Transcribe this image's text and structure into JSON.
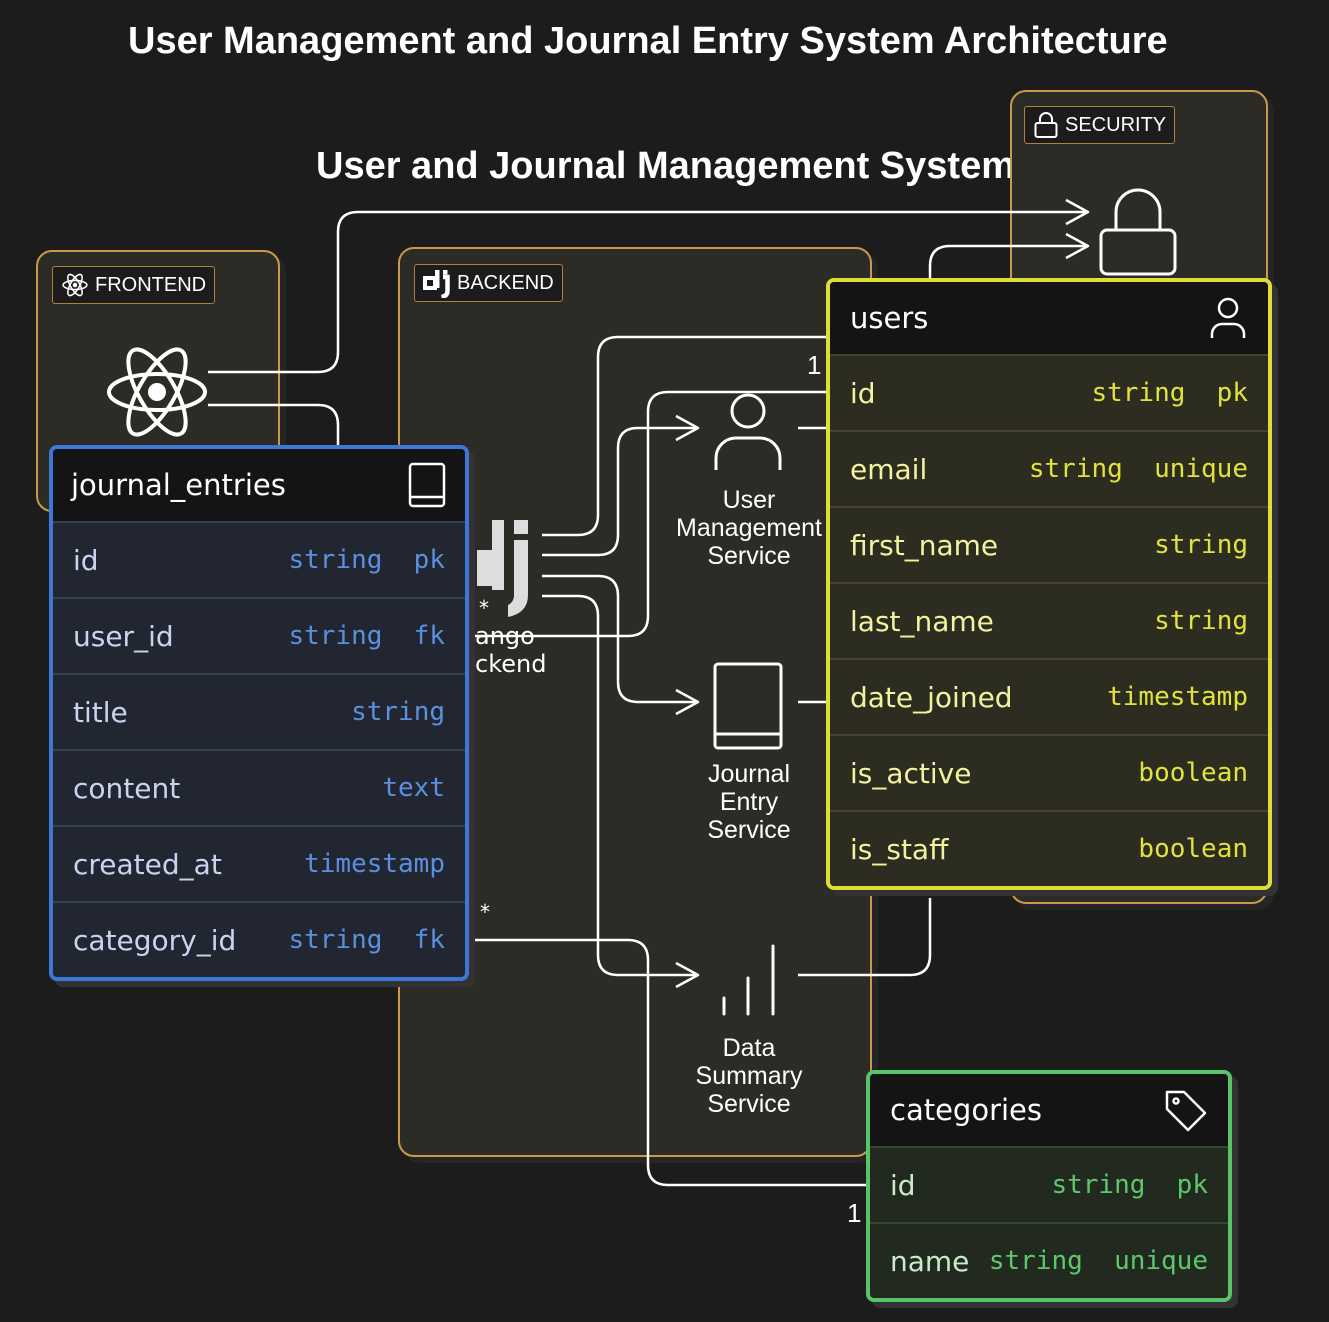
{
  "diagram": {
    "title": "User Management and Journal Entry System Architecture",
    "subtitle": "User and Journal Management System"
  },
  "groups": {
    "frontend": {
      "label": "FRONTEND",
      "icon": "react-icon"
    },
    "backend": {
      "label": "BACKEND",
      "icon": "django-icon",
      "node_label": [
        "ango",
        "ckend"
      ]
    },
    "security": {
      "label": "SECURITY",
      "icon": "lock-icon"
    }
  },
  "services": [
    {
      "id": "user-management",
      "label": [
        "User",
        "Management",
        "Service"
      ],
      "icon": "user-icon"
    },
    {
      "id": "journal-entry",
      "label": [
        "Journal",
        "Entry",
        "Service"
      ],
      "icon": "book-icon"
    },
    {
      "id": "data-summary",
      "label": [
        "Data",
        "Summary",
        "Service"
      ],
      "icon": "bar-chart-icon"
    }
  ],
  "entities": {
    "journal_entries": {
      "name": "journal_entries",
      "icon": "book-icon",
      "color": "#3c78d8",
      "fields": [
        {
          "name": "id",
          "type": "string  pk"
        },
        {
          "name": "user_id",
          "type": "string  fk"
        },
        {
          "name": "title",
          "type": "string"
        },
        {
          "name": "content",
          "type": "text"
        },
        {
          "name": "created_at",
          "type": "timestamp"
        },
        {
          "name": "category_id",
          "type": "string  fk"
        }
      ]
    },
    "users": {
      "name": "users",
      "icon": "user-icon",
      "color": "#dede3a",
      "fields": [
        {
          "name": "id",
          "type": "string  pk"
        },
        {
          "name": "email",
          "type": "string  unique"
        },
        {
          "name": "first_name",
          "type": "string"
        },
        {
          "name": "last_name",
          "type": "string"
        },
        {
          "name": "date_joined",
          "type": "timestamp"
        },
        {
          "name": "is_active",
          "type": "boolean"
        },
        {
          "name": "is_staff",
          "type": "boolean"
        }
      ]
    },
    "categories": {
      "name": "categories",
      "icon": "tag-icon",
      "color": "#59c36a",
      "fields": [
        {
          "name": "id",
          "type": "string  pk"
        },
        {
          "name": "name",
          "type": "string  unique"
        }
      ]
    }
  },
  "cardinality": {
    "user_fk": "*",
    "user_pk": "1",
    "category_fk": "*",
    "category_pk": "1"
  }
}
